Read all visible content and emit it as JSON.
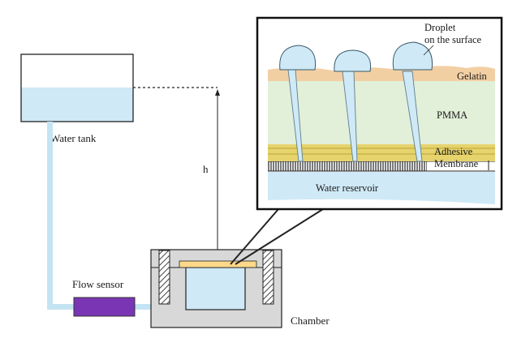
{
  "labels": {
    "water_tank": "Water tank",
    "height": "h",
    "flow_sensor": "Flow sensor",
    "chamber": "Chamber",
    "droplet_line1": "Droplet",
    "droplet_line2": "on the surface",
    "gelatin": "Gelatin",
    "pmma": "PMMA",
    "adhesive": "Adhesive",
    "membrane": "Membrane",
    "water_reservoir": "Water reservoir"
  },
  "colors": {
    "water": "#cfe9f6",
    "tube": "#c5e4f3",
    "gelatin": "#f2cfa3",
    "pmma": "#e2efd9",
    "adhesive": "#e6d36c",
    "flow_sensor": "#7a35b5",
    "chamber": "#d8d8d8",
    "gasket": "#ffd98a"
  }
}
